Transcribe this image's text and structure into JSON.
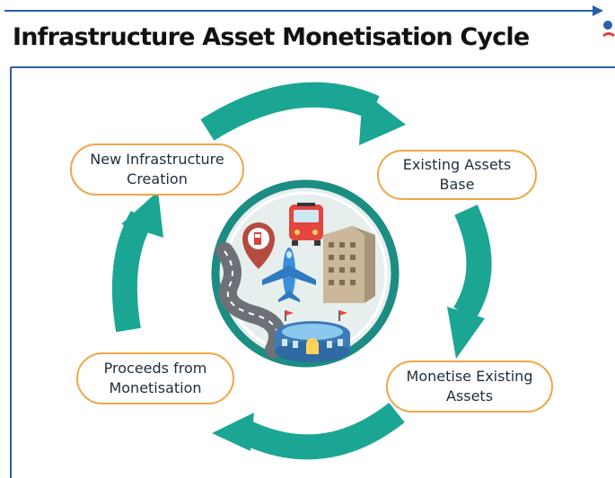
{
  "title": "Infrastructure Asset Monetisation Cycle",
  "cycle_stages": [
    {
      "line1": "New Infrastructure",
      "line2": "Creation"
    },
    {
      "line1": "Existing Assets",
      "line2": "Base"
    },
    {
      "line1": "Monetise Existing",
      "line2": "Assets"
    },
    {
      "line1": "Proceeds from",
      "line2": "Monetisation"
    }
  ],
  "central_illustration_icons": [
    "fuel-station-pin-icon",
    "bus-icon",
    "airplane-icon",
    "building-icon",
    "road-icon",
    "stadium-icon"
  ],
  "colors": {
    "arrow_teal": "#1aa693",
    "circle_border": "#1c8d83",
    "label_border": "#f0a646",
    "frame_blue": "#2b5fa8",
    "title_text": "#111111"
  }
}
